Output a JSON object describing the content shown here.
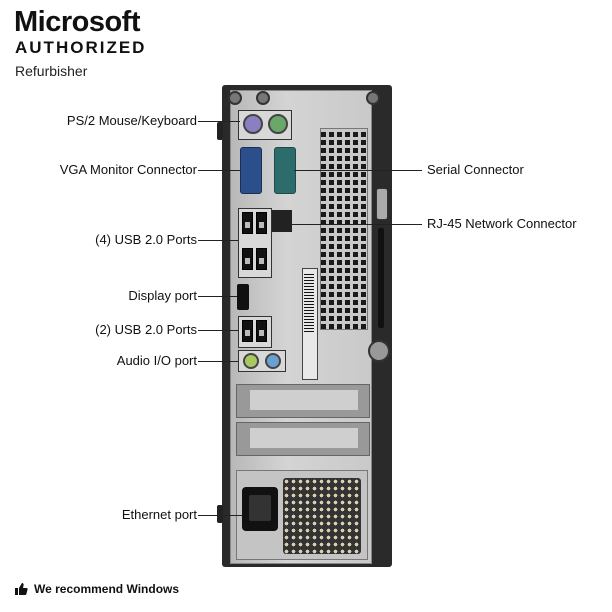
{
  "branding": {
    "line1": "Microsoft",
    "line2": "AUTHORIZED",
    "line3": "Refurbisher"
  },
  "labels": {
    "ps2": "PS/2 Mouse/Keyboard",
    "vga": "VGA Monitor Connector",
    "usb_top": "(4) USB 2.0 Ports",
    "display_port": "Display port",
    "usb_bottom": "(2) USB 2.0 Ports",
    "audio": "Audio I/O port",
    "ethernet": "Ethernet port",
    "serial": "Serial Connector",
    "rj45": "RJ-45 Network Connector"
  },
  "footer": {
    "text": "We recommend Windows",
    "icon": "thumbs-up-icon"
  },
  "colors": {
    "vga_port": "#2a4f8a",
    "serial_port": "#2d6c6c",
    "ps2_mouse": "#8a7fc0",
    "ps2_keyboard": "#6aa86a",
    "audio_in": "#a8c860",
    "audio_out": "#6aa0d0"
  }
}
